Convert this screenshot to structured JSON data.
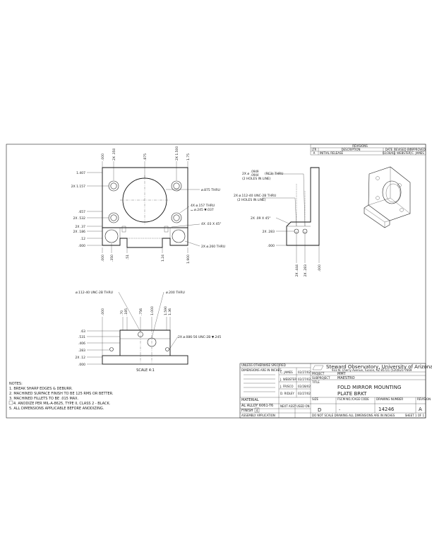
{
  "revisions": {
    "title": "REVISIONS",
    "headers": [
      "LTR",
      "DESCRIPTION",
      "DATE",
      "REVISED BY",
      "APPROVED"
    ],
    "row": [
      "A",
      "INITIAL RELEASE",
      "02/28/02",
      "J. WEBSTER",
      "C. JAMES"
    ]
  },
  "front_view": {
    "top_dims": [
      ".000",
      "2X .350",
      ".875",
      "2X 1.500",
      "1.75"
    ],
    "left_dims": [
      "1.407",
      "2X 1.157",
      ".657",
      "2X .532",
      "2X .37",
      "2X .186",
      ".12",
      ".000"
    ],
    "bottom_dims": [
      ".000",
      ".350",
      ".51",
      "1.24",
      "1.900"
    ],
    "callouts": {
      "bore": "ø.875 THRU",
      "holes_4x_a": "4X ø.157 THRU",
      "holes_4x_b": "⌴ ø.245 ▼.037",
      "chamfer": "4X .03 X 45°",
      "thru_2x": "2X ø.260 THRU"
    }
  },
  "side_view": {
    "callout_top_a": "2X ø",
    "callout_top_b": ".0949",
    "callout_top_c": ".0944",
    "callout_top_d": "(RC3) THRU",
    "callout_top_e": "(2 HOLES IN LINE)",
    "callout_mid_a": "2X ø.112-40 UNC-2B THRU",
    "callout_mid_b": "(2 HOLES IN LINE)",
    "chamfer": "2X .09 X 45°",
    "dims_left": [
      "2X .283",
      ".000"
    ],
    "dims_bottom": [
      "2X .444",
      "2X .283",
      ".000"
    ]
  },
  "bottom_view": {
    "callout_left": "ø.112-40 UNC-2B THRU",
    "callout_right": "ø.200 THRU",
    "callout_tap": "2X ø.086-56 UNC-2B ▼.245",
    "top_dims": [
      ".000",
      ".70",
      ".185",
      ".756",
      "1.000",
      "1.590",
      "1.36"
    ],
    "left_dims": [
      ".63",
      ".531",
      ".406",
      ".283",
      "2X .12",
      ".000"
    ],
    "scale": "SCALE 4:1"
  },
  "notes": {
    "heading": "NOTES:",
    "items": [
      "1. BREAK SHARP EDGES & DEBURR.",
      "2. MACHINED SURFACE FINISH TO BE 125 RMS OR BETTER.",
      "3. MACHINED FILLETS TO BE .015 MAX.",
      "4. ANODIZE PER MIL-A-8625, TYPE II, CLASS 2 - BLACK.",
      "5. ALL DIMENSIONS APPLICABLE BEFORE ANODIZING."
    ],
    "flag": "4"
  },
  "title_block": {
    "org": "Steward Observatory, University of Arizona",
    "address": "933 N. Cherry Avenue, Tucson, AZ  85721   (520)621-7669",
    "project_label": "PROJECT",
    "project": "MMT",
    "subproject_label": "SUBPROJECT",
    "subproject": "MAESTRO",
    "title_label": "TITLE",
    "title_1": "FOLD MIRROR MOUNTING",
    "title_2": "PLATE BRKT",
    "size_label": "SIZE",
    "size": "D",
    "cage_label": "FSCM NO./CAGE CODE",
    "cage": "-",
    "dwg_label": "DRAWING NUMBER",
    "dwg_no": "14246",
    "rev_label": "REVISION",
    "rev": "A",
    "sheet": "SHEET 1 OF 1",
    "material_label": "MATERIAL",
    "material": "AL ALLOY 6061-T6",
    "finish_label": "FINISH",
    "finish_flag": "4",
    "tol_header_1": "UNLESS OTHERWISE SPECIFIED",
    "tol_header_2": "DIMENSIONS ARE IN INCHES",
    "names": [
      "C. JAMES",
      "J. WEBSTER",
      "J. FRISCO",
      "D. RIDLEY"
    ],
    "dates": [
      "02/27/02",
      "02/27/02",
      "02/28/02",
      "02/27/02"
    ],
    "next_assy": "NEXT ASSY",
    "used_on": "USED ON",
    "assy_app": "ASSEMBLY APPLICATION",
    "footer": "DO NOT SCALE DRAWING   ALL DIMENSIONS ARE IN INCHES"
  }
}
